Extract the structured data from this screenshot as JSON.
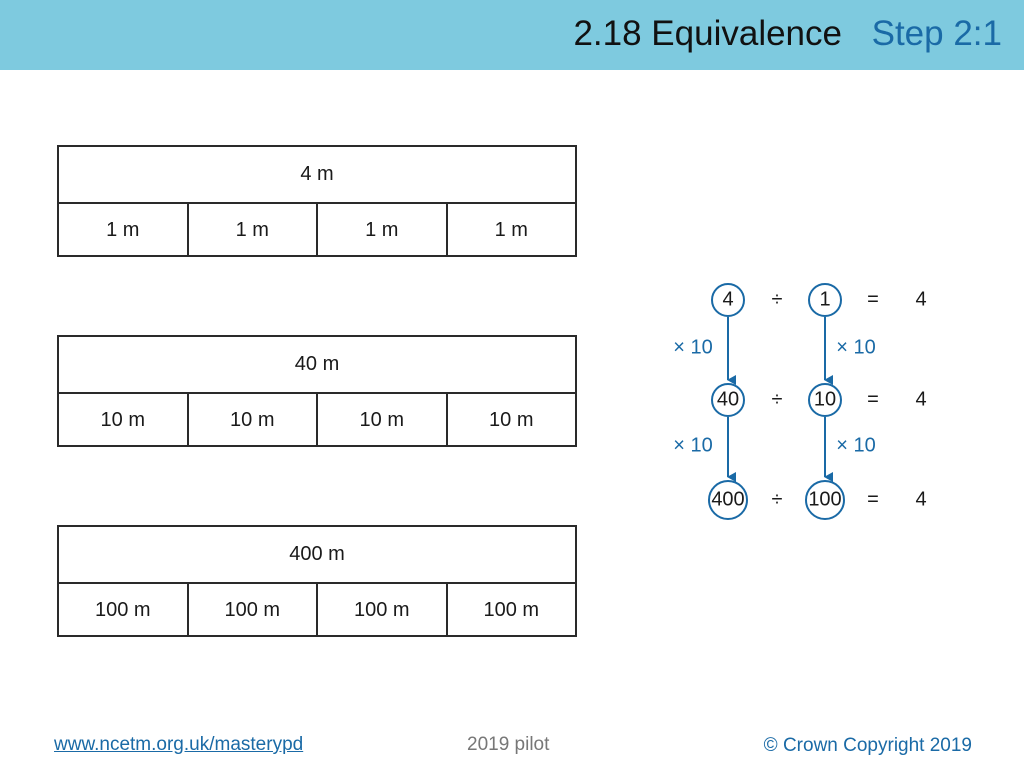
{
  "header": {
    "title": "2.18 Equivalence",
    "step": "Step 2:1",
    "background": "#7ecadf"
  },
  "bars": [
    {
      "total": "4 m",
      "parts": [
        "1 m",
        "1 m",
        "1 m",
        "1 m"
      ]
    },
    {
      "total": "40 m",
      "parts": [
        "10 m",
        "10 m",
        "10 m",
        "10 m"
      ]
    },
    {
      "total": "400 m",
      "parts": [
        "100 m",
        "100 m",
        "100 m",
        "100 m"
      ]
    }
  ],
  "equations": {
    "rows": [
      {
        "dividend": "4",
        "op": "÷",
        "divisor": "1",
        "eq": "=",
        "result": "4"
      },
      {
        "dividend": "40",
        "op": "÷",
        "divisor": "10",
        "eq": "=",
        "result": "4"
      },
      {
        "dividend": "400",
        "op": "÷",
        "divisor": "100",
        "eq": "=",
        "result": "4"
      }
    ],
    "scale_label": "× 10",
    "accent": "#1a6aa6"
  },
  "footer": {
    "link": "www.ncetm.org.uk/masterypd",
    "pilot": "2019 pilot",
    "copyright": "© Crown Copyright 2019"
  }
}
